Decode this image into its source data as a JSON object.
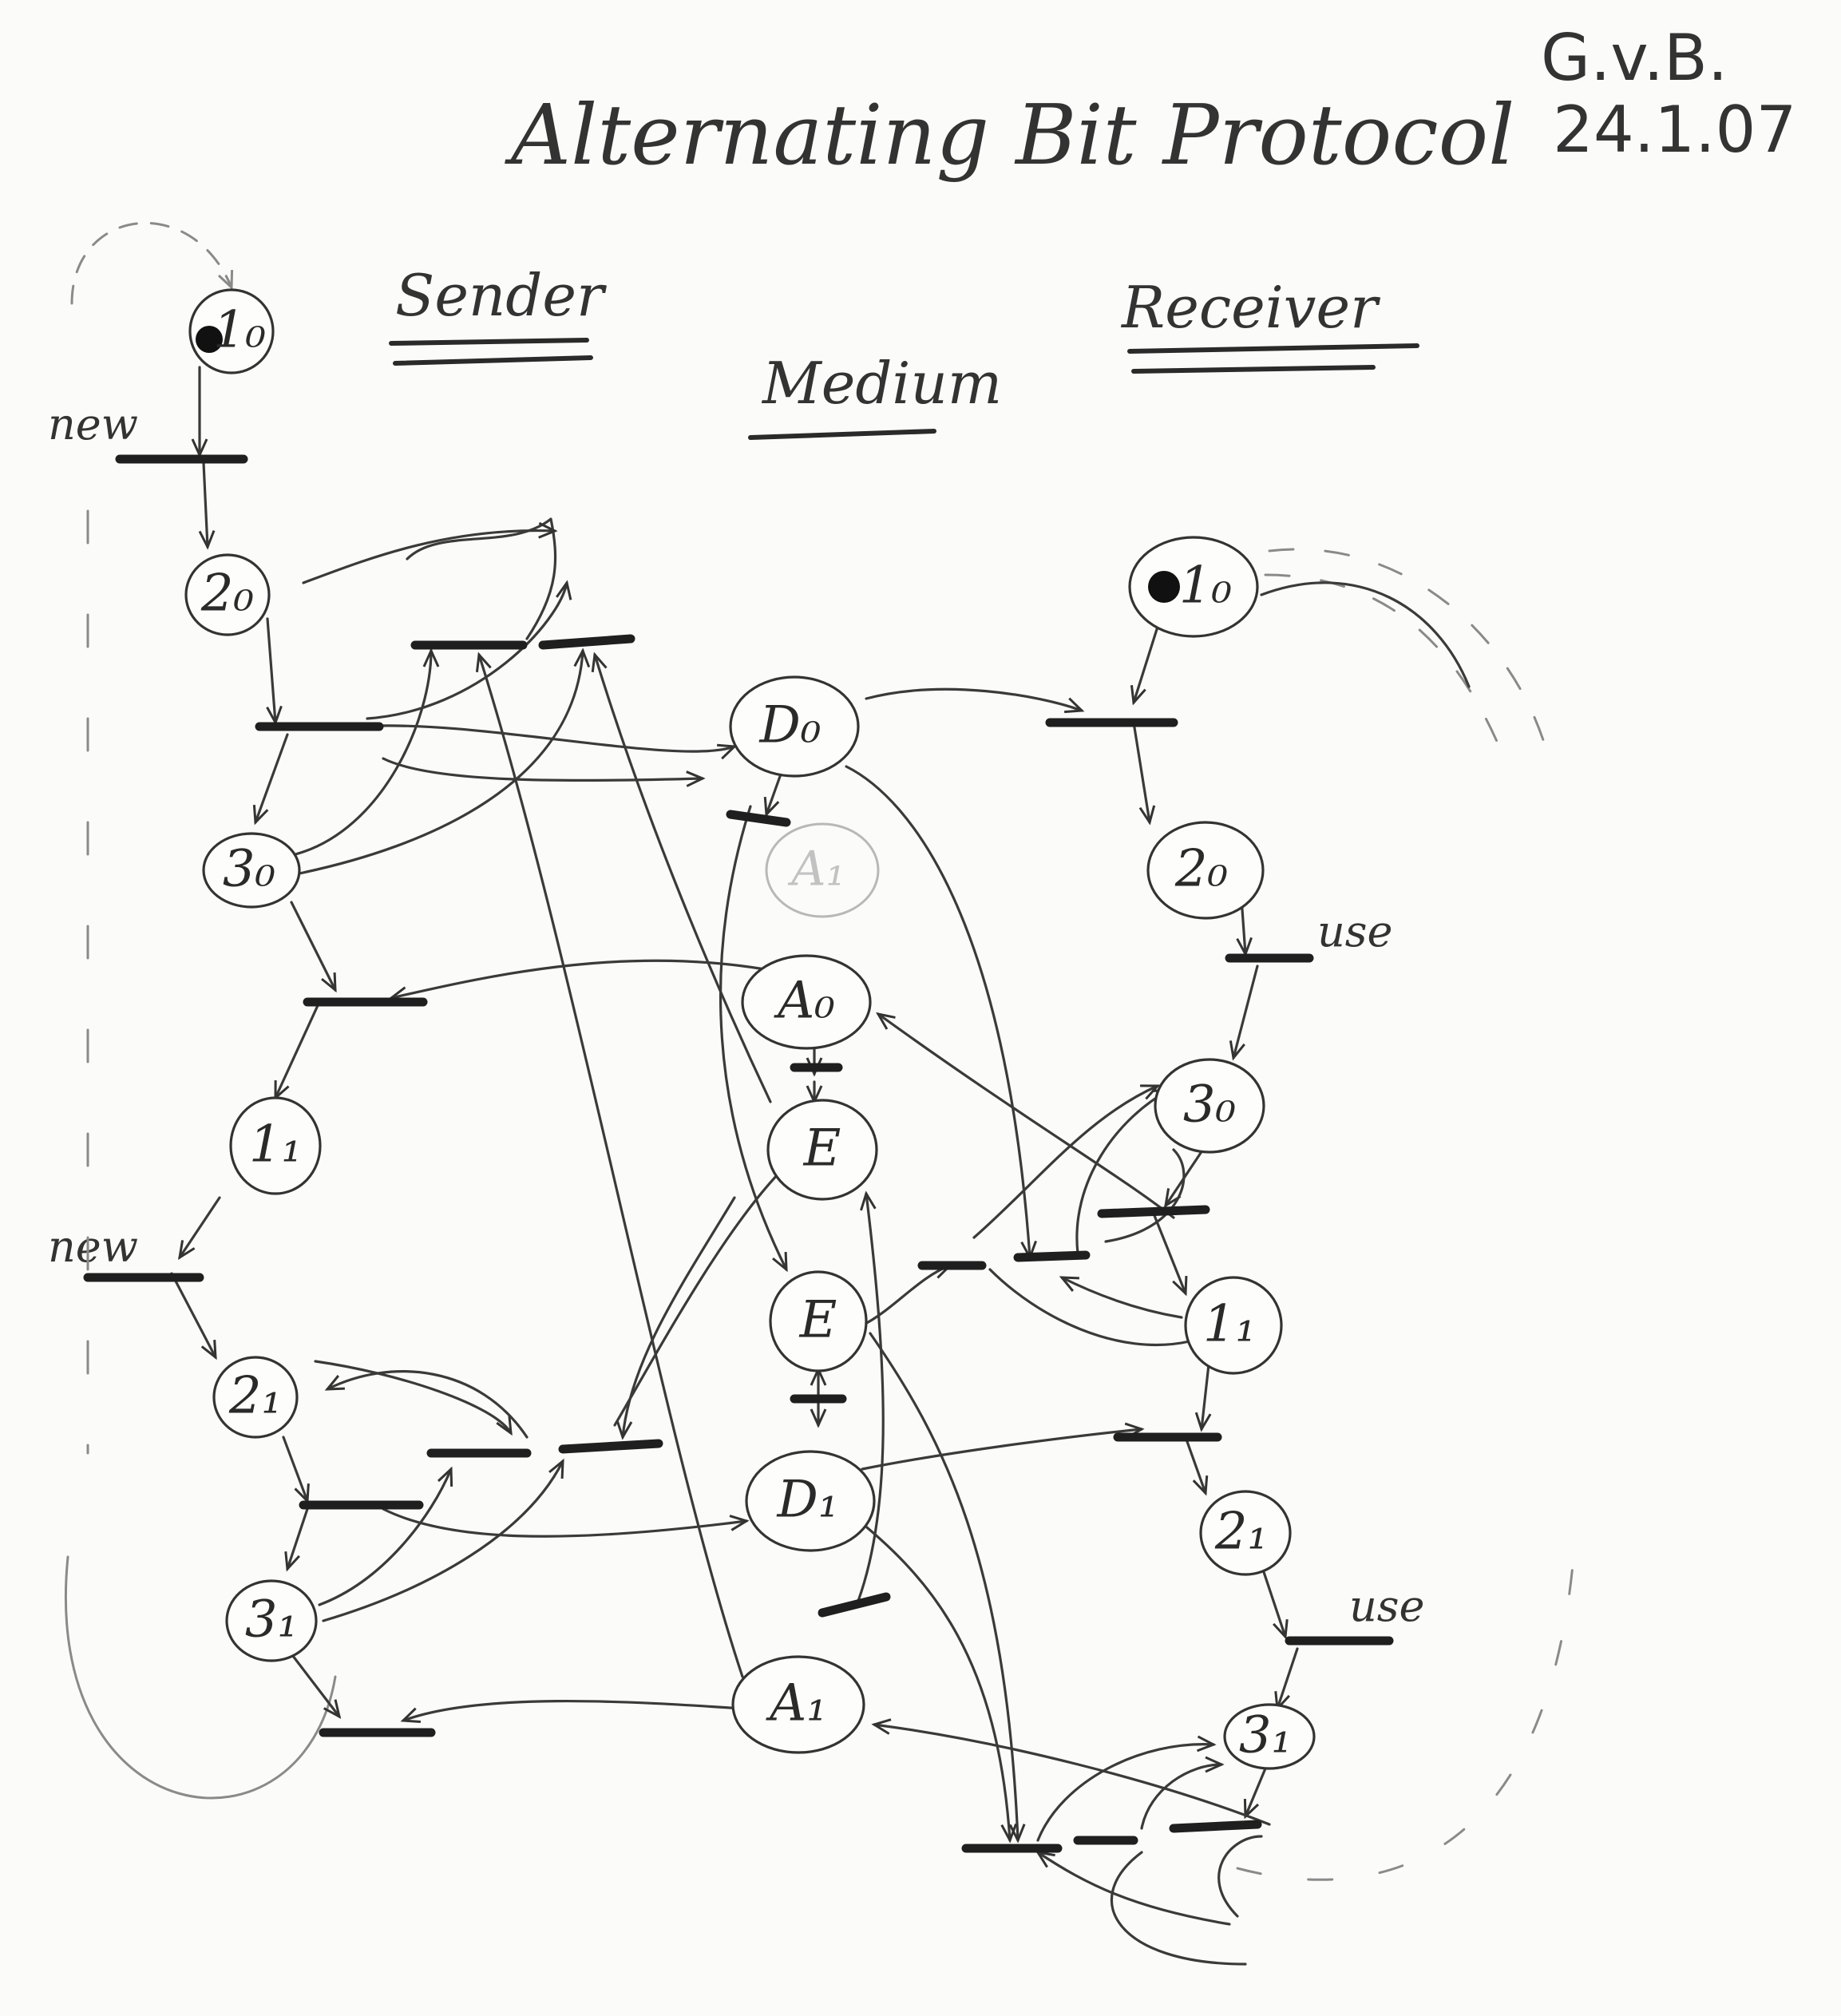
{
  "title": "Alternating Bit Protocol",
  "signature": {
    "initials": "G.v.B.",
    "date": "24.1.07"
  },
  "sections": {
    "sender": "Sender",
    "medium": "Medium",
    "receiver": "Receiver"
  },
  "annotations": {
    "new_1": "new",
    "new_2": "new",
    "use_1": "use",
    "use_2": "use"
  },
  "places": [
    {
      "id": "s-1-0",
      "label": "1₀",
      "token": true
    },
    {
      "id": "s-2-0",
      "label": "2₀"
    },
    {
      "id": "s-3-0",
      "label": "3₀"
    },
    {
      "id": "s-1-1",
      "label": "1₁"
    },
    {
      "id": "s-2-1",
      "label": "2₁"
    },
    {
      "id": "s-3-1",
      "label": "3₁"
    },
    {
      "id": "m-d-0",
      "label": "D₀"
    },
    {
      "id": "m-a-1-faint",
      "label": "A₁"
    },
    {
      "id": "m-a-0",
      "label": "A₀"
    },
    {
      "id": "m-e-upper",
      "label": "E"
    },
    {
      "id": "m-e-lower",
      "label": "E"
    },
    {
      "id": "m-d-1",
      "label": "D₁"
    },
    {
      "id": "m-a-1",
      "label": "A₁"
    },
    {
      "id": "r-1-0",
      "label": "1₀",
      "token": true
    },
    {
      "id": "r-2-0",
      "label": "2₀"
    },
    {
      "id": "r-3-0",
      "label": "3₀"
    },
    {
      "id": "r-1-1",
      "label": "1₁"
    },
    {
      "id": "r-2-1",
      "label": "2₁"
    },
    {
      "id": "r-3-1",
      "label": "3₁"
    }
  ]
}
